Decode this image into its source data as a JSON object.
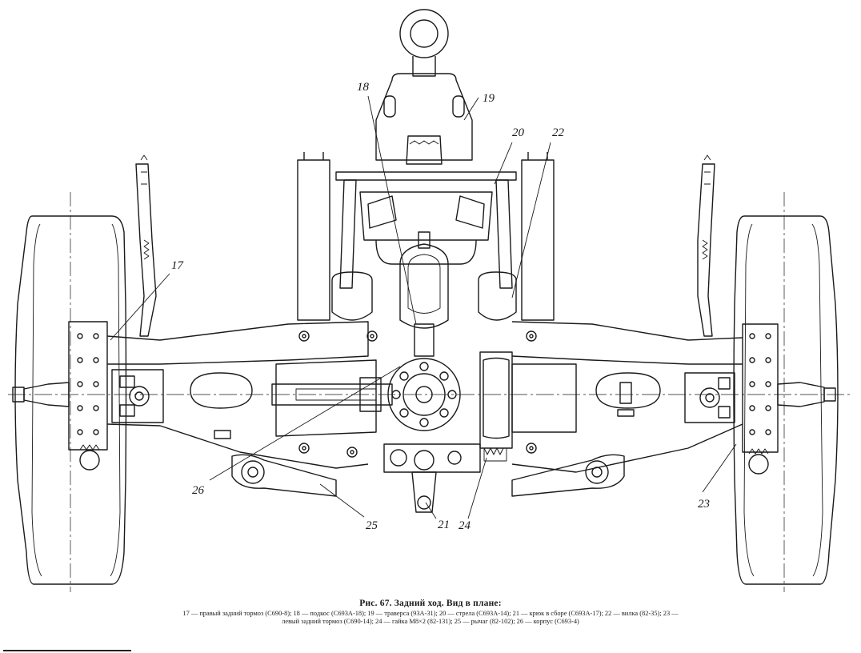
{
  "callouts": [
    {
      "id": "17",
      "text": "17"
    },
    {
      "id": "18",
      "text": "18"
    },
    {
      "id": "19",
      "text": "19"
    },
    {
      "id": "20",
      "text": "20"
    },
    {
      "id": "21",
      "text": "21"
    },
    {
      "id": "22",
      "text": "22"
    },
    {
      "id": "23",
      "text": "23"
    },
    {
      "id": "24",
      "text": "24"
    },
    {
      "id": "25",
      "text": "25"
    },
    {
      "id": "26",
      "text": "26"
    }
  ],
  "caption": {
    "title": "Рис. 67. Задний ход. Вид в плане:",
    "legend_line1": "17 — правый задний тормоз (С690-8); 18 — подкос (С693А-18); 19 — траверса (93А-31); 20 — стрела (С693А-14); 21 — крюк в сборе (С693А-17); 22 — вилка (82-35); 23 —",
    "legend_line2": "левый задний тормоз (С690-14); 24 — гайка М8×2 (82-131); 25 — рычаг (82-102); 26 — корпус (С693-4)"
  }
}
